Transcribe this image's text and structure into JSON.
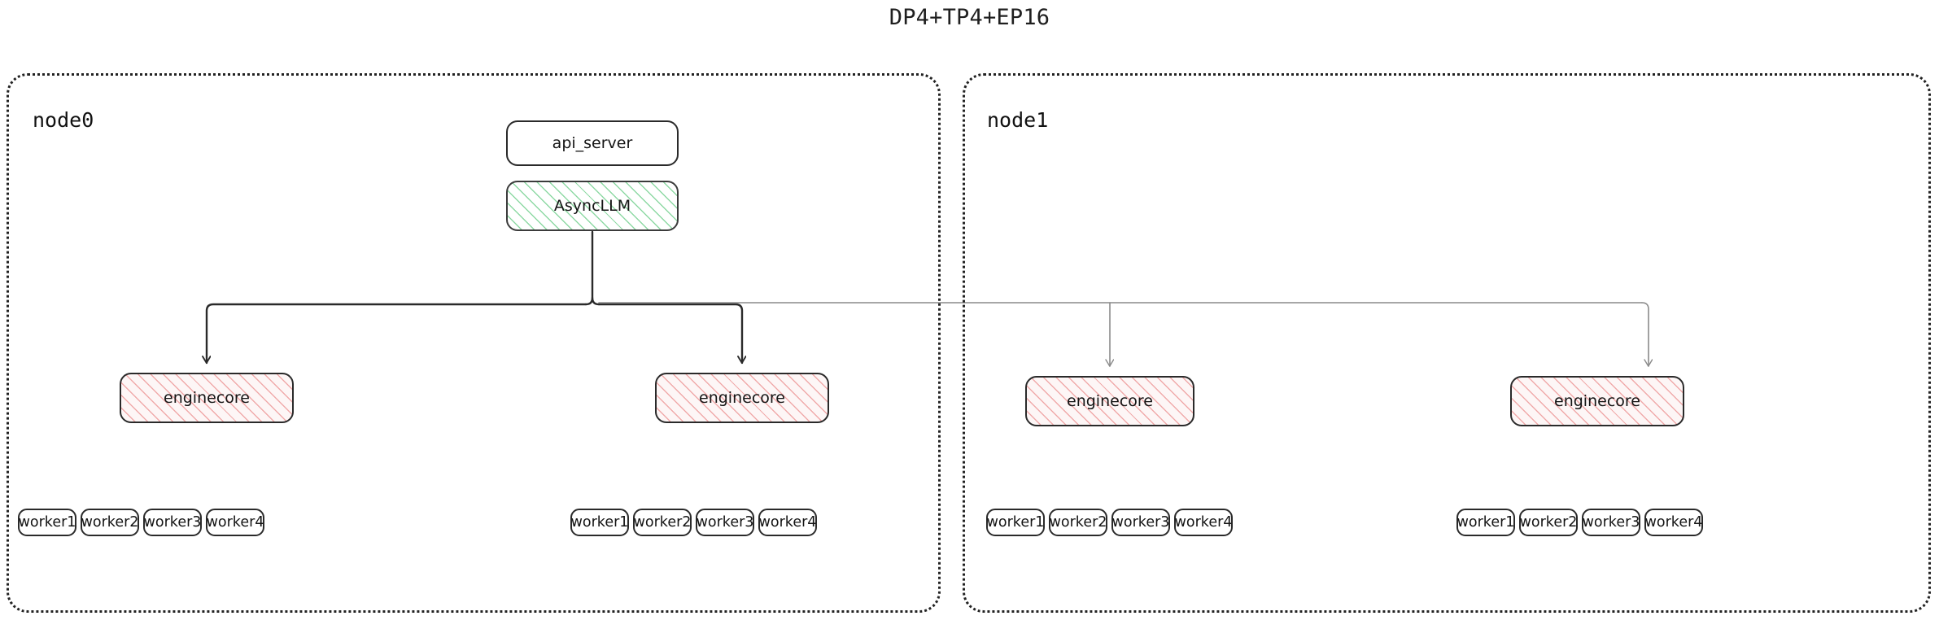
{
  "title": "DP4+TP4+EP16",
  "colors": {
    "background": "#ffffff",
    "stroke_dark": "#2a2a2a",
    "stroke_light": "#8a8a8a",
    "green_hatch": "#8ed9a4",
    "pink_hatch": "#f0aaaa",
    "text": "#141414",
    "container_border": "#222222"
  },
  "nodes": [
    {
      "id": "node0",
      "label": "node0",
      "top_boxes": [
        {
          "id": "api_server",
          "label": "api_server",
          "style": "plain"
        },
        {
          "id": "asyncllm",
          "label": "AsyncLLM",
          "style": "green-hatch"
        }
      ],
      "enginecores": [
        {
          "label": "enginecore",
          "style": "pink-hatch",
          "workers": [
            "worker1",
            "worker2",
            "worker3",
            "worker4"
          ]
        },
        {
          "label": "enginecore",
          "style": "pink-hatch",
          "workers": [
            "worker1",
            "worker2",
            "worker3",
            "worker4"
          ]
        }
      ]
    },
    {
      "id": "node1",
      "label": "node1",
      "top_boxes": [],
      "enginecores": [
        {
          "label": "enginecore",
          "style": "pink-hatch",
          "workers": [
            "worker1",
            "worker2",
            "worker3",
            "worker4"
          ]
        },
        {
          "label": "enginecore",
          "style": "pink-hatch",
          "workers": [
            "worker1",
            "worker2",
            "worker3",
            "worker4"
          ]
        }
      ]
    }
  ],
  "connections": {
    "source": "AsyncLLM",
    "targets": [
      "enginecore",
      "enginecore",
      "enginecore",
      "enginecore"
    ],
    "arrow_style": "orthogonal-elbow-with-arrowhead"
  }
}
